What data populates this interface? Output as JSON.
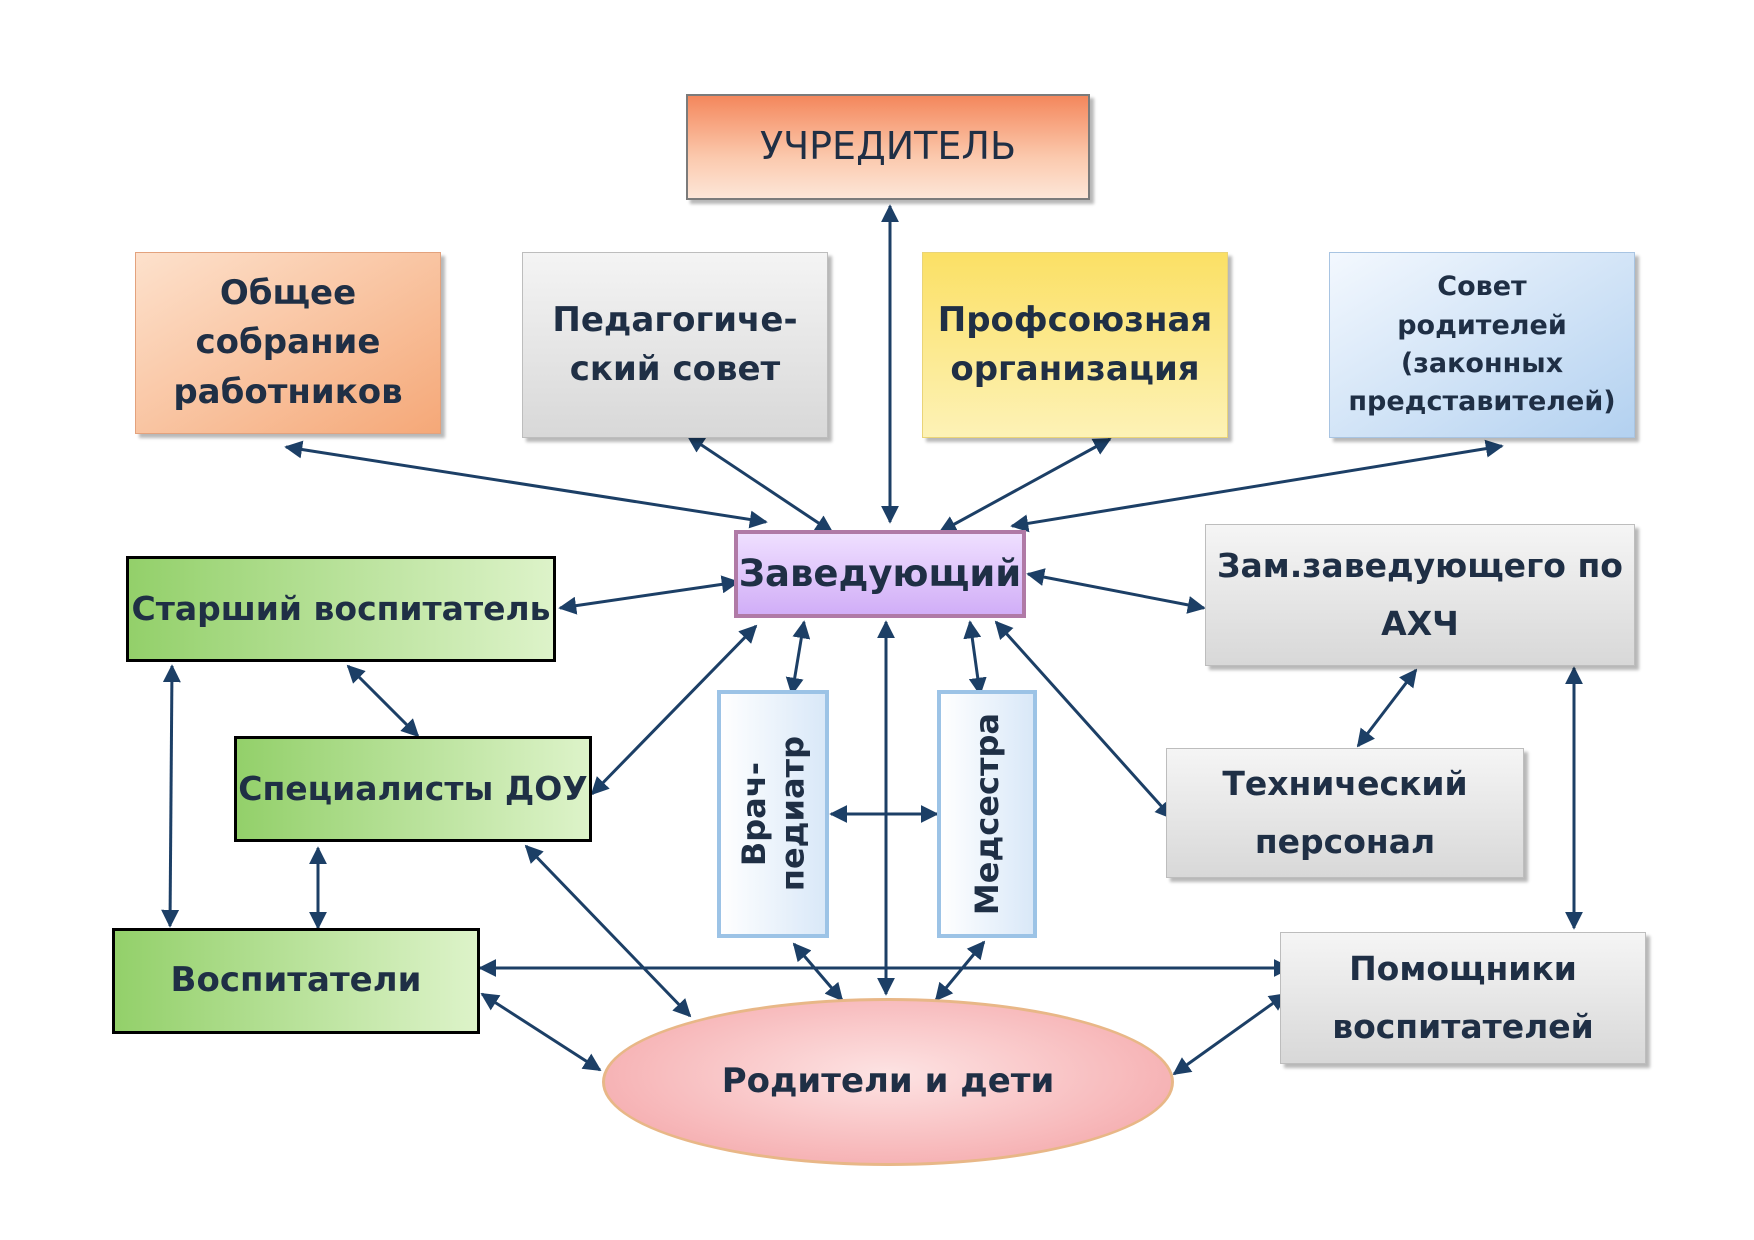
{
  "nodes": {
    "founder": "УЧРЕДИТЕЛЬ",
    "general_meeting": [
      "Общее",
      "собрание",
      "работников"
    ],
    "pedagogical_council": [
      "Педагогиче-",
      "ский совет"
    ],
    "trade_union": [
      "Профсоюзная",
      "организация"
    ],
    "parents_council": [
      "Совет",
      "родителей",
      "(законных",
      "представителей)"
    ],
    "head": "Заведующий",
    "deputy": [
      "Зам.заведующего по",
      "АХЧ"
    ],
    "senior_teacher": "Старший воспитатель",
    "specialists": "Специалисты ДОУ",
    "teachers": "Воспитатели",
    "pediatrician": [
      "Врач-",
      "педиатр"
    ],
    "nurse": "Медсестра",
    "technical_staff": [
      "Технический",
      "персонал"
    ],
    "teacher_assistants": [
      "Помощники",
      "воспитателей"
    ],
    "parents_children": "Родители и дети"
  },
  "colors": {
    "arrow": "#1c3f66",
    "green_box": "#93d06a",
    "purple_box": "#d1aef7",
    "orange_box": "#f5a878",
    "yellow_box": "#fbe065",
    "blue_box": "#b3d1f0",
    "pink_ellipse": "#f7b7b9"
  },
  "links": [
    [
      "founder",
      "head"
    ],
    [
      "general_meeting",
      "head"
    ],
    [
      "pedagogical_council",
      "head"
    ],
    [
      "trade_union",
      "head"
    ],
    [
      "parents_council",
      "head"
    ],
    [
      "head",
      "senior_teacher"
    ],
    [
      "head",
      "deputy"
    ],
    [
      "head",
      "specialists"
    ],
    [
      "head",
      "pediatrician"
    ],
    [
      "head",
      "nurse"
    ],
    [
      "head",
      "parents_children"
    ],
    [
      "head",
      "technical_staff"
    ],
    [
      "deputy",
      "technical_staff"
    ],
    [
      "deputy",
      "teacher_assistants"
    ],
    [
      "senior_teacher",
      "specialists"
    ],
    [
      "senior_teacher",
      "teachers"
    ],
    [
      "specialists",
      "teachers"
    ],
    [
      "specialists",
      "parents_children"
    ],
    [
      "pediatrician",
      "nurse"
    ],
    [
      "pediatrician",
      "parents_children"
    ],
    [
      "nurse",
      "parents_children"
    ],
    [
      "teachers",
      "teacher_assistants"
    ],
    [
      "teachers",
      "parents_children"
    ],
    [
      "teacher_assistants",
      "parents_children"
    ]
  ]
}
